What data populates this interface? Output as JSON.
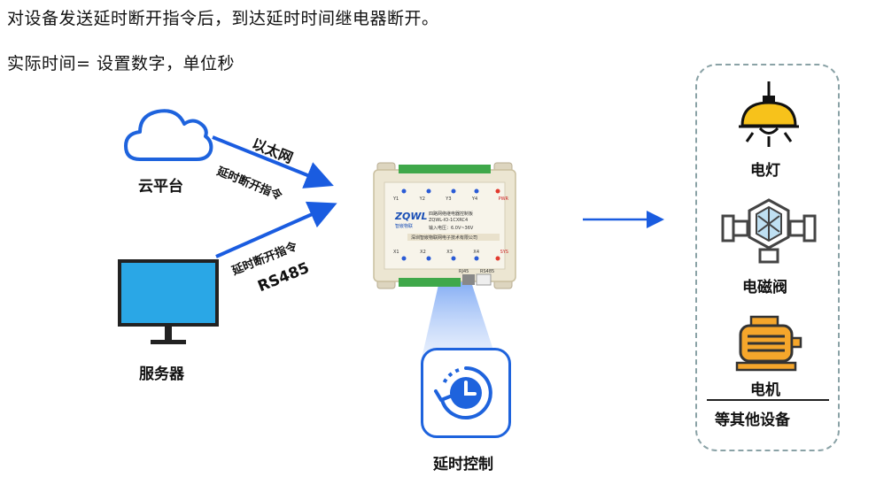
{
  "text": {
    "line1": "对设备发送延时断开指令后，到达延时时间继电器断开。",
    "line2": "实际时间= 设置数字，单位秒"
  },
  "sources": {
    "cloud_label": "云平台",
    "server_label": "服务器",
    "ethernet_label": "以太网",
    "cloud_cmd": "延时断开指令",
    "server_cmd": "延时断开指令",
    "rs485_label": "RS485"
  },
  "device": {
    "brand": "ZQWL",
    "brand_sub": "智嵌物联",
    "product_name": "四路网络继电器控制板",
    "model": "ZQWL-IO-1CXRC4",
    "power": "输入电压：6.0V~36V",
    "company": "深圳智嵌物联网电子技术有限公司",
    "outputs": [
      "Y1",
      "Y2",
      "Y3",
      "Y4"
    ],
    "pwr": "PWR",
    "inputs": [
      "X1",
      "X2",
      "X3",
      "X4"
    ],
    "sys": "SYS",
    "rj45": "RJ45",
    "rs485": "RS485"
  },
  "timer": {
    "label": "延时控制"
  },
  "loads": {
    "lamp": "电灯",
    "valve": "电磁阀",
    "motor": "电机",
    "others": "等其他设备"
  },
  "colors": {
    "arrow_blue": "#1a5ce0",
    "icon_blue": "#1e63dd",
    "lamp_yellow": "#f7c21b",
    "dashed_border": "#8aa2a6"
  }
}
